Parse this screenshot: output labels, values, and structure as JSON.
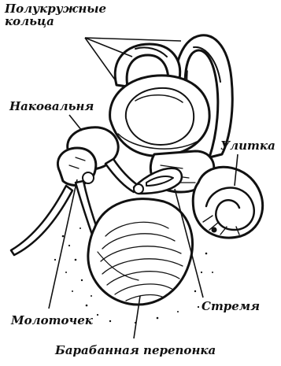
{
  "labels": {
    "semicircular_canals": "Полукружные\nкольца",
    "incus": "Наковальня",
    "cochlea": "Улитка",
    "malleus": "Молоточек",
    "stapes": "Стремя",
    "tympanic_membrane": "Барабанная перепонка"
  }
}
